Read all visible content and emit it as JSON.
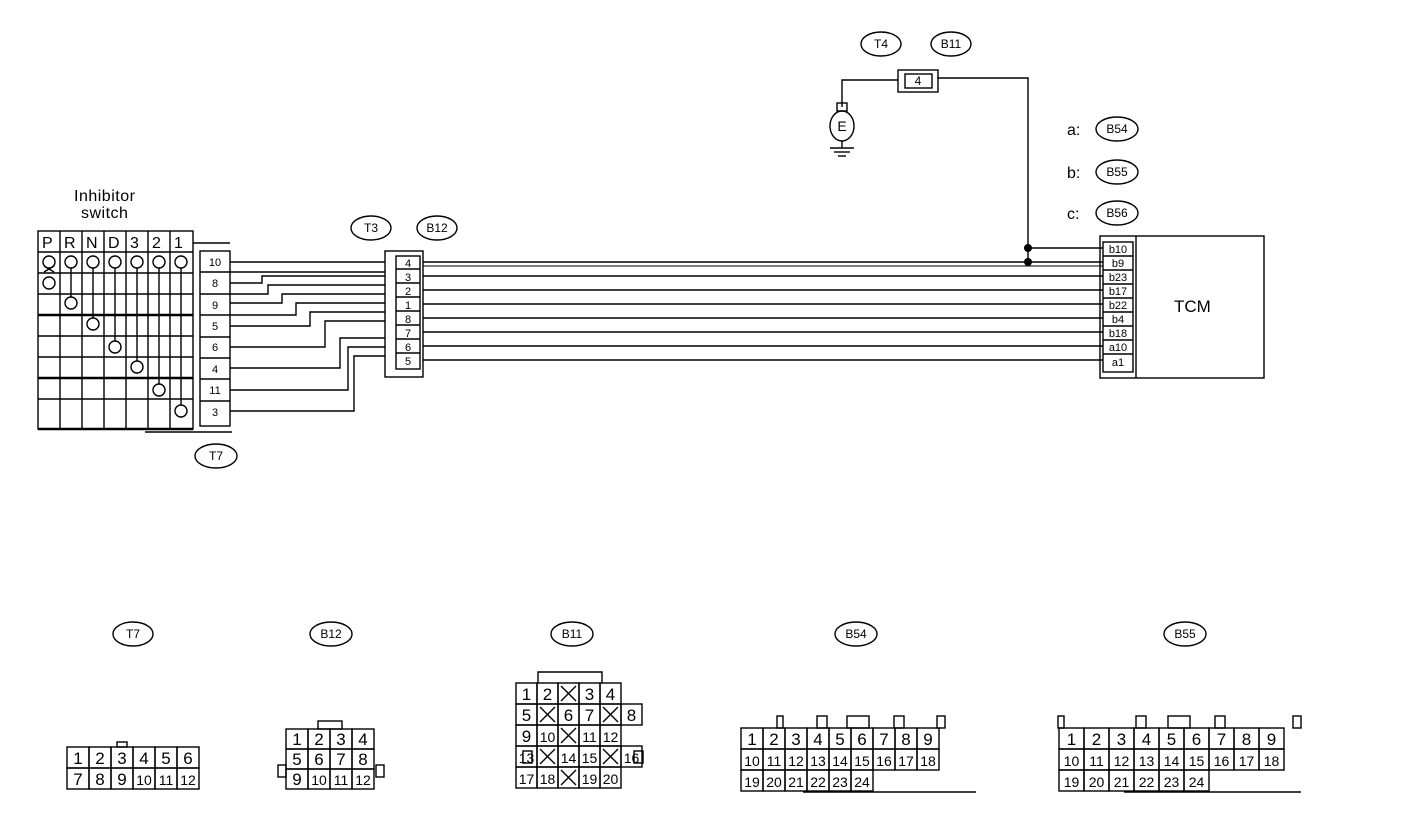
{
  "switch": {
    "title_line1": "Inhibitor",
    "title_line2": "switch",
    "positions": [
      "P",
      "R",
      "N",
      "D",
      "3",
      "2",
      "1"
    ],
    "pins": [
      "10",
      "8",
      "9",
      "5",
      "6",
      "4",
      "11",
      "3"
    ]
  },
  "connector_refs": {
    "t3": "T3",
    "b12": "B12",
    "t7": "T7",
    "t4": "T4",
    "b11": "B11",
    "b54": "B54",
    "b55": "B55",
    "b56": "B56"
  },
  "joint_pins": [
    "4",
    "3",
    "2",
    "1",
    "8",
    "7",
    "6",
    "5"
  ],
  "ground_pin": "4",
  "ground_symbol": "E",
  "tcm": {
    "label": "TCM",
    "legend": [
      {
        "key": "a:",
        "ref": "B54"
      },
      {
        "key": "b:",
        "ref": "B55"
      },
      {
        "key": "c:",
        "ref": "B56"
      }
    ],
    "pins": [
      "b10",
      "b9",
      "b23",
      "b17",
      "b22",
      "b4",
      "b18",
      "a10",
      "a1"
    ]
  },
  "bottom_connectors": {
    "t7": {
      "ref": "T7",
      "rows": [
        [
          "1",
          "2",
          "3",
          "4",
          "5",
          "6"
        ],
        [
          "7",
          "8",
          "9",
          "10",
          "11",
          "12"
        ]
      ]
    },
    "b12": {
      "ref": "B12",
      "rows": [
        [
          "1",
          "2",
          "3",
          "4"
        ],
        [
          "5",
          "6",
          "7",
          "8"
        ],
        [
          "9",
          "10",
          "11",
          "12"
        ]
      ]
    },
    "b11": {
      "ref": "B11",
      "rows": [
        [
          "1",
          "2",
          "",
          "3",
          "4"
        ],
        [
          "5",
          "",
          "6",
          "7",
          "",
          "8"
        ],
        [
          "9",
          "10",
          "",
          "11",
          "12"
        ],
        [
          "13",
          "",
          "14",
          "15",
          "",
          "16"
        ],
        [
          "17",
          "18",
          "",
          "19",
          "20"
        ]
      ]
    },
    "b54": {
      "ref": "B54",
      "rows": [
        [
          "1",
          "2",
          "3",
          "4",
          "5",
          "6",
          "7",
          "8",
          "9"
        ],
        [
          "10",
          "11",
          "12",
          "13",
          "14",
          "15",
          "16",
          "17",
          "18"
        ],
        [
          "19",
          "20",
          "21",
          "22",
          "23",
          "24"
        ]
      ]
    },
    "b55": {
      "ref": "B55",
      "rows": [
        [
          "1",
          "2",
          "3",
          "4",
          "5",
          "6",
          "7",
          "8",
          "9"
        ],
        [
          "10",
          "11",
          "12",
          "13",
          "14",
          "15",
          "16",
          "17",
          "18"
        ],
        [
          "19",
          "20",
          "21",
          "22",
          "23",
          "24"
        ]
      ]
    }
  }
}
